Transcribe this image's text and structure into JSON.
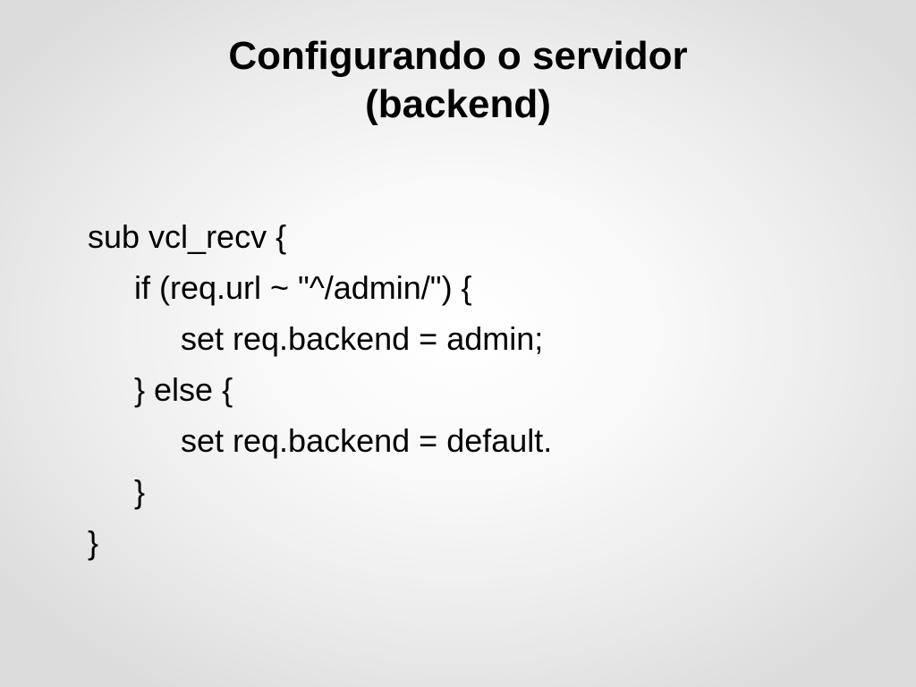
{
  "slide": {
    "title_lines": [
      "Configurando o servidor",
      "(backend)"
    ],
    "code_lines": [
      {
        "indent": 0,
        "text": "sub vcl_recv {"
      },
      {
        "indent": 1,
        "text": "if (req.url ~ \"^/admin/\") {"
      },
      {
        "indent": 2,
        "text": "set req.backend = admin;"
      },
      {
        "indent": 1,
        "text": "} else {"
      },
      {
        "indent": 2,
        "text": "set req.backend = default."
      },
      {
        "indent": 1,
        "text": "}"
      },
      {
        "indent": 0,
        "text": "}"
      }
    ]
  }
}
